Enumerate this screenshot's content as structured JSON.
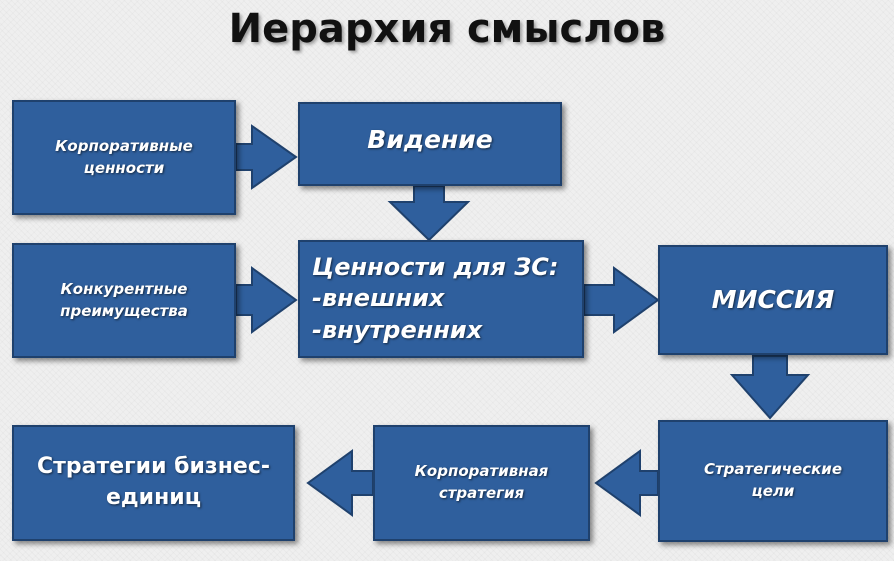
{
  "title": "Иерархия смыслов",
  "boxes": {
    "corporate_values": "Корпоративные\nценности",
    "vision": "Видение",
    "competitive_advantages": "Конкурентные\nпреимущества",
    "values_for_stakeholders": "Ценности для ЗС:\n-внешних\n-внутренних",
    "mission": "МИССИЯ",
    "strategic_goals": "Стратегические\nцели",
    "corporate_strategy": "Корпоративная\nстратегия",
    "business_unit_strategies": "Стратегии бизнес-\nединиц"
  },
  "colors": {
    "box_fill": "#2f5f9d",
    "box_border": "#1f416d",
    "text": "#ffffff"
  }
}
